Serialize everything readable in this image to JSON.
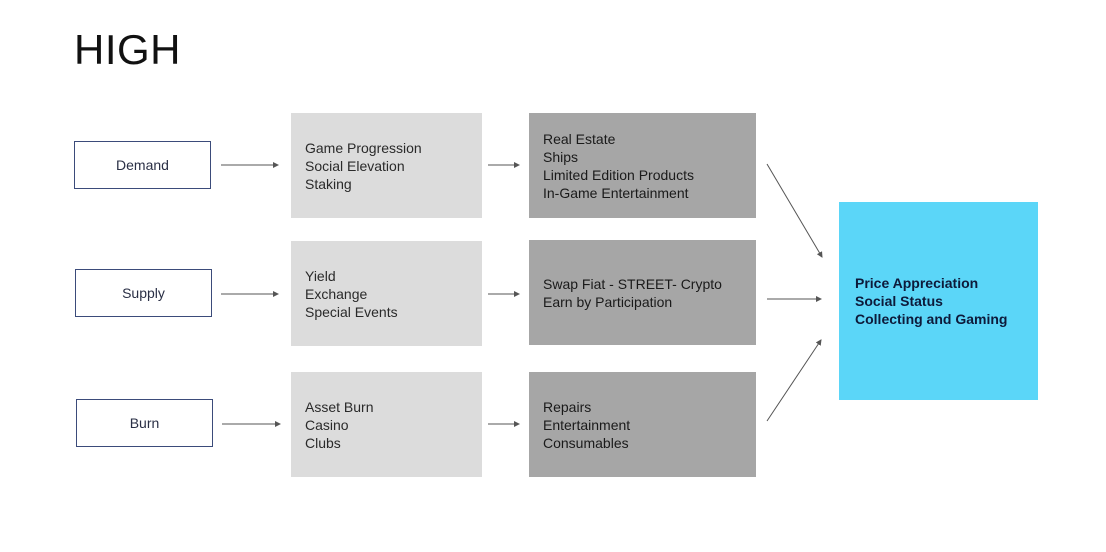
{
  "title": "HIGH",
  "rows": [
    {
      "source": "Demand",
      "mechanisms": [
        "Game Progression",
        "Social Elevation",
        "Staking"
      ],
      "sinks": [
        "Real Estate",
        "Ships",
        "Limited Edition Products",
        "In-Game Entertainment"
      ]
    },
    {
      "source": "Supply",
      "mechanisms": [
        "Yield",
        "Exchange",
        "Special Events"
      ],
      "sinks": [
        "Swap Fiat - STREET- Crypto",
        "Earn by Participation"
      ]
    },
    {
      "source": "Burn",
      "mechanisms": [
        "Asset Burn",
        "Casino",
        "Clubs"
      ],
      "sinks": [
        "Repairs",
        "Entertainment",
        "Consumables"
      ]
    }
  ],
  "result": [
    "Price Appreciation",
    "Social Status",
    "Collecting and Gaming"
  ],
  "colors": {
    "source_border": "#3b4b7a",
    "mechanism_fill": "#dcdcdc",
    "sink_fill": "#a6a6a6",
    "result_fill": "#5bd6f8"
  }
}
